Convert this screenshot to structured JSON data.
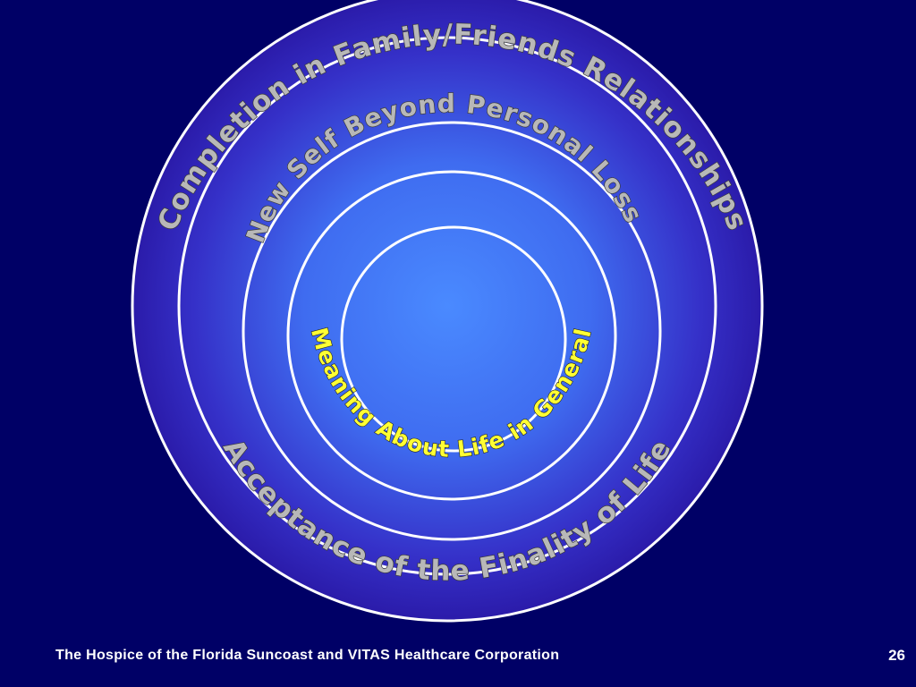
{
  "rings": {
    "outer_top_label": "Completion in Family/Friends Relationships",
    "outer_bottom_label": "Acceptance of the Finality of Life",
    "middle_label": "New Self Beyond Personal Loss",
    "inner_label": "Meaning About Life in General"
  },
  "footer": {
    "text": "The Hospice of the Florida Suncoast and VITAS Healthcare Corporation",
    "page_number": "26"
  },
  "colors": {
    "background": "#000066",
    "ring_fill_outer": "#2a1aa8",
    "ring_fill_center": "#4a8aff",
    "ring_stroke": "#ffffff",
    "gray_text": "#b8b8b8",
    "yellow_text": "#ffff33"
  }
}
